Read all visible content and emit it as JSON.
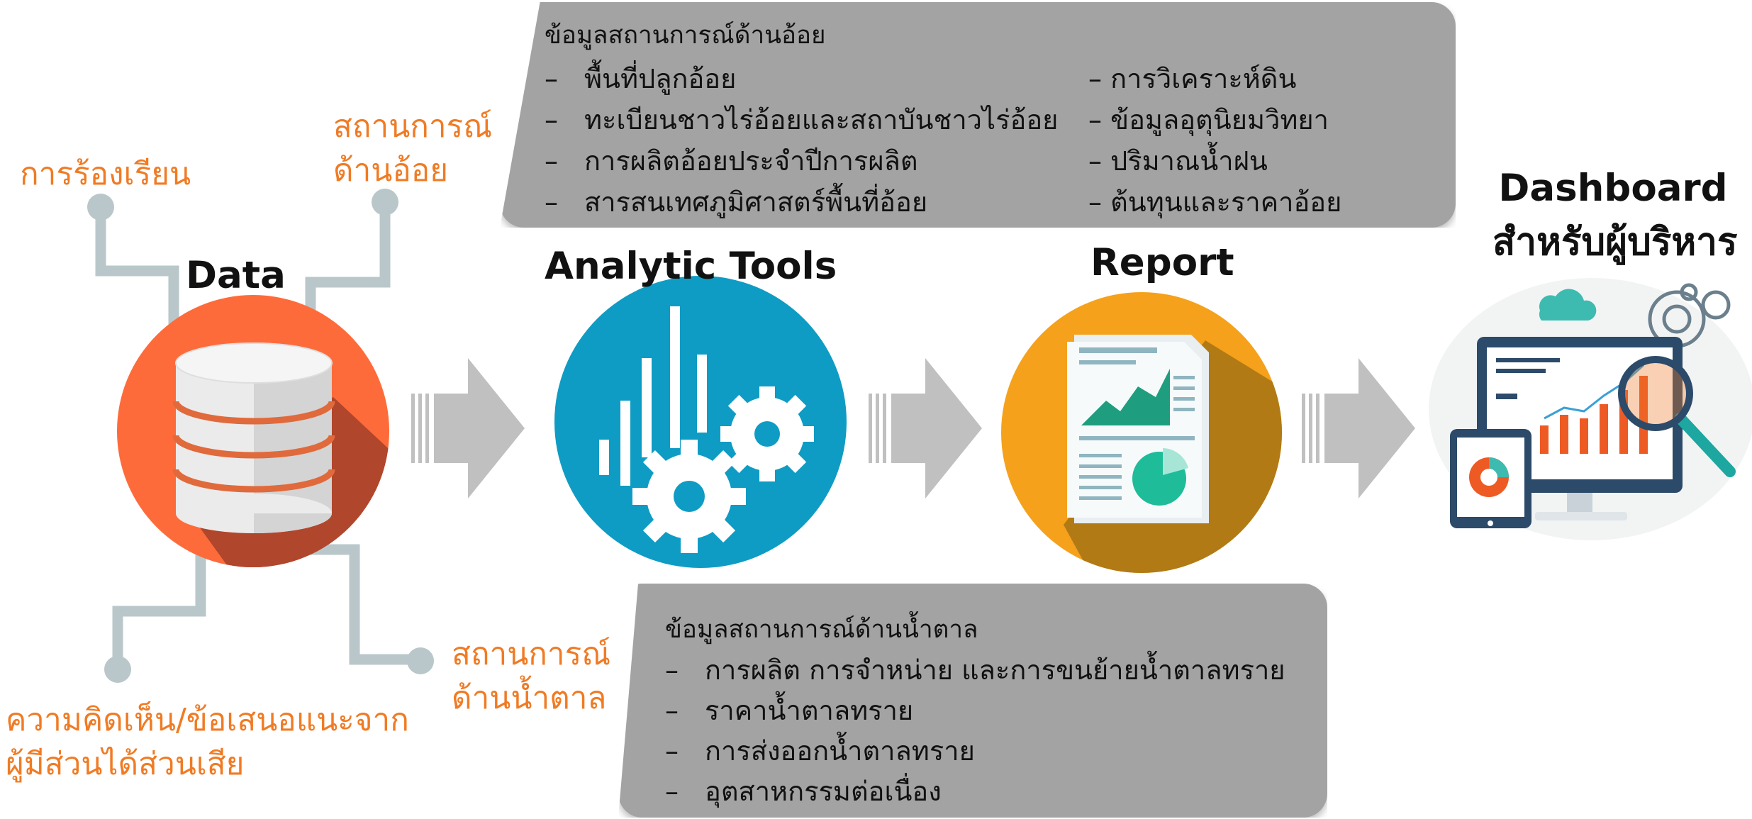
{
  "labels": {
    "complaints": "การร้องเรียน",
    "cane_situation_line1": "สถานการณ์",
    "cane_situation_line2": "ด้านอ้อย",
    "sugar_situation_line1": "สถานการณ์",
    "sugar_situation_line2": "ด้านน้ำตาล",
    "stakeholder_line1": "ความคิดเห็น/ข้อเสนอแนะจาก",
    "stakeholder_line2": "ผู้มีส่วนได้ส่วนเสีย"
  },
  "stages": {
    "data": "Data",
    "analytic": "Analytic Tools",
    "report": "Report",
    "dashboard_line1": "Dashboard",
    "dashboard_line2": "สำหรับผู้บริหาร"
  },
  "cane_panel": {
    "title": "ข้อมูลสถานการณ์ด้านอ้อย",
    "dash": "–",
    "left_items": [
      "พื้นที่ปลูกอ้อย",
      "ทะเบียนชาวไร่อ้อยและสถาบันชาวไร่อ้อย",
      "การผลิตอ้อยประจำปีการผลิต",
      "สารสนเทศภูมิศาสตร์พื้นที่อ้อย"
    ],
    "right_items": [
      "การวิเคราะห์ดิน",
      "ข้อมูลอุตุนิยมวิทยา",
      "ปริมาณน้ำฝน",
      "ต้นทุนและราคาอ้อย"
    ]
  },
  "sugar_panel": {
    "title": "ข้อมูลสถานการณ์ด้านน้ำตาล",
    "dash": "–",
    "items": [
      "การผลิต การจำหน่าย และการขนย้ายน้ำตาลทราย",
      "ราคาน้ำตาลทราย",
      "การส่งออกน้ำตาลทราย",
      "อุตสาหกรรมต่อเนื่อง"
    ]
  },
  "colors": {
    "orange": "#f07b24",
    "data_circle": "#fe6b3a",
    "analytic_circle": "#0e9cc4",
    "report_circle": "#f5a11b",
    "panel_gray": "#a3a3a3",
    "connector": "#b9c7ca",
    "arrow": "#c0c0c0"
  },
  "icons": {
    "data": "database-icon",
    "analytic": "gears-chart-icon",
    "report": "report-document-icon",
    "dashboard": "dashboard-monitor-icon"
  }
}
